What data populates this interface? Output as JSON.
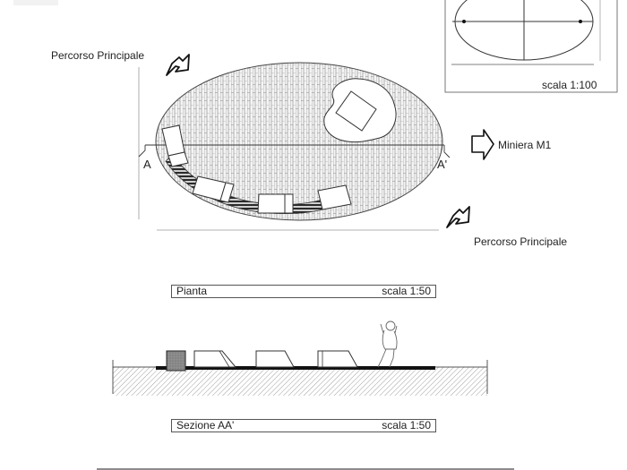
{
  "plan": {
    "labels": {
      "route_top": "Percorso Principale",
      "route_bottom": "Percorso Principale",
      "mine": "Miniera M1",
      "section_a": "A",
      "section_a_prime": "A'"
    },
    "title_box": {
      "title": "Pianta",
      "scale": "scala 1:50"
    }
  },
  "inset": {
    "scale": "scala 1:100"
  },
  "section": {
    "title_box": {
      "title": "Sezione AA'",
      "scale": "scala 1:50"
    }
  },
  "colors": {
    "line": "#333333",
    "hatch": "#999999",
    "accent_dark": "#222222",
    "fill_gray": "#8a8a8a"
  }
}
